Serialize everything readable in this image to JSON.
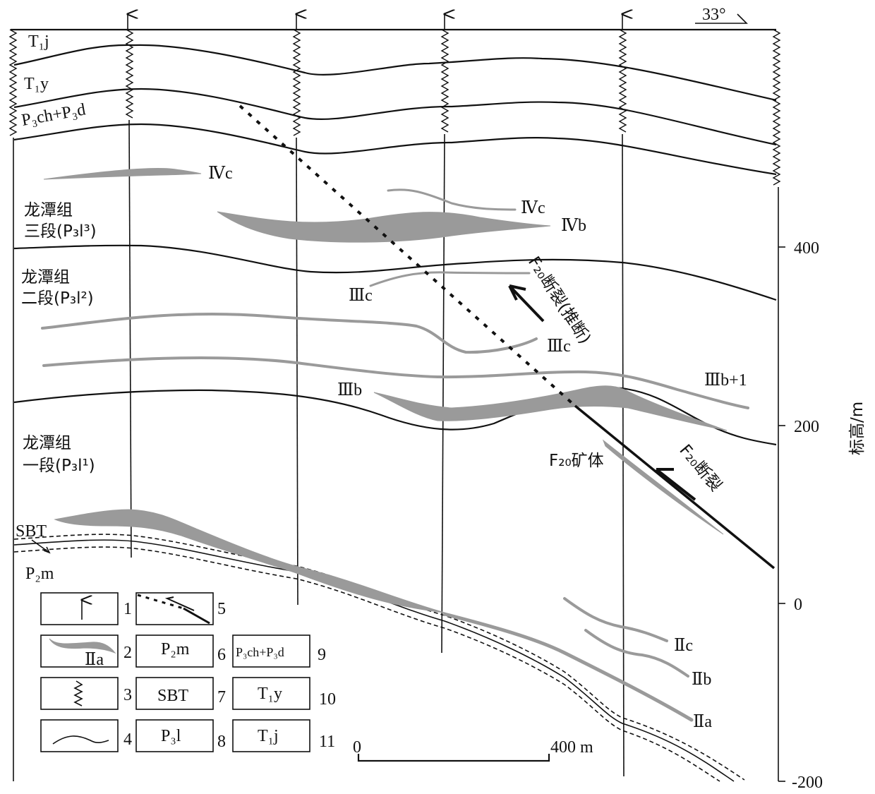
{
  "dip_label": "33°",
  "strata": {
    "t1j": "T₁j",
    "t1y": "T₁y",
    "p3ch_p3d": "P₃ch+P₃d",
    "p2m": "P₂m",
    "sbt": "SBT",
    "longtan3_a": "龙潭组",
    "longtan3_b": "三段(P₃l³)",
    "longtan2_a": "龙潭组",
    "longtan2_b": "二段(P₃l²)",
    "longtan1_a": "龙潭组",
    "longtan1_b": "一段(P₃l¹)"
  },
  "orebodies": {
    "ivc_left": "Ⅳc",
    "ivc_mid": "Ⅳc",
    "ivb": "Ⅳb",
    "iiic_upper": "Ⅲc",
    "iiic_mid": "Ⅲc",
    "iiib": "Ⅲb",
    "iiib1": "Ⅲb+1",
    "f20_ore": "F₂₀矿体",
    "iic": "Ⅱc",
    "iib": "Ⅱb",
    "iia": "Ⅱa"
  },
  "faults": {
    "inferred": "F₂₀断裂(推断)",
    "f20": "F₂₀断裂"
  },
  "axis": {
    "title": "标高/m",
    "ticks": [
      "400",
      "200",
      "0",
      "-200"
    ]
  },
  "scale_bar": {
    "start": "0",
    "end": "400 m"
  },
  "legend": [
    {
      "num": "1",
      "icon": "borehole-arrow"
    },
    {
      "num": "2",
      "icon": "orebody",
      "text": "Ⅱa"
    },
    {
      "num": "3",
      "icon": "zigzag"
    },
    {
      "num": "4",
      "icon": "stratum-boundary"
    },
    {
      "num": "5",
      "icon": "fault"
    },
    {
      "num": "6",
      "text": "P₂m"
    },
    {
      "num": "7",
      "text": "SBT"
    },
    {
      "num": "8",
      "text": "P₃l"
    },
    {
      "num": "9",
      "text": "P₃ch+P₃d"
    },
    {
      "num": "10",
      "text": "T₁y"
    },
    {
      "num": "11",
      "text": "T₁j"
    }
  ]
}
